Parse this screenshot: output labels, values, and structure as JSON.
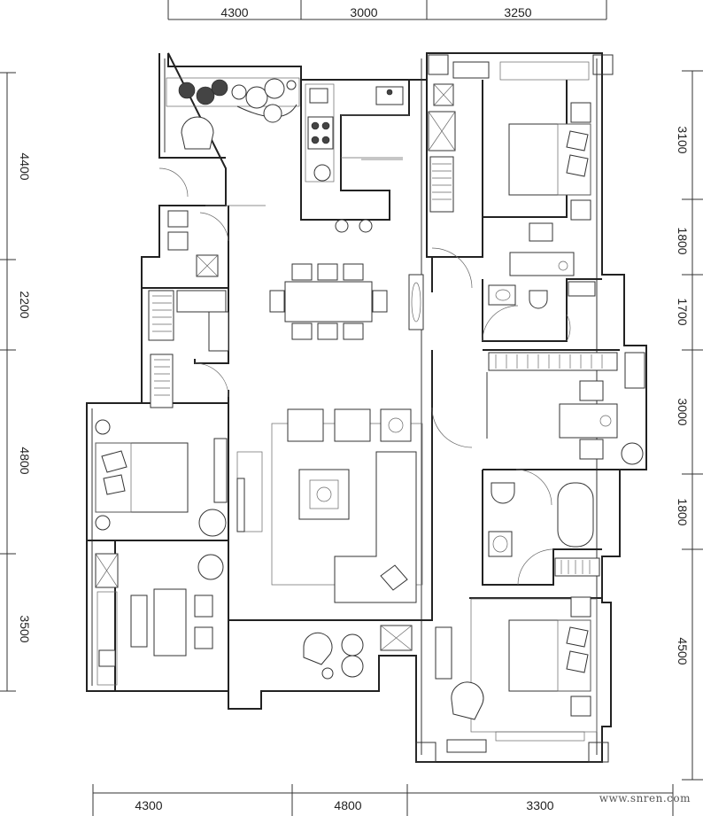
{
  "dimensions": {
    "top": [
      "4300",
      "3000",
      "3250"
    ],
    "bottom": [
      "4300",
      "4800",
      "3300"
    ],
    "left": [
      "4400",
      "2200",
      "4800",
      "3500"
    ],
    "right": [
      "3100",
      "1800",
      "1700",
      "3000",
      "1800",
      "4500"
    ]
  },
  "watermark": "www.snren.com"
}
